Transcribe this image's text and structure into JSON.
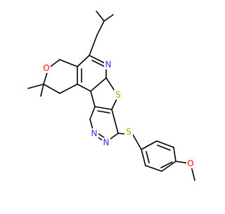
{
  "molecule": {
    "atoms": {
      "O_pyran": "O",
      "N_pyridine": "N",
      "S_thiophene": "S",
      "N_pyrimidine_1": "N",
      "N_pyrimidine_2": "N",
      "S_thioether": "S",
      "O_methoxy": "O"
    }
  },
  "colors": {
    "bond": "#000000",
    "nitrogen": "#3333ff",
    "oxygen": "#ff0d0d",
    "sulfur": "#c8a000"
  }
}
